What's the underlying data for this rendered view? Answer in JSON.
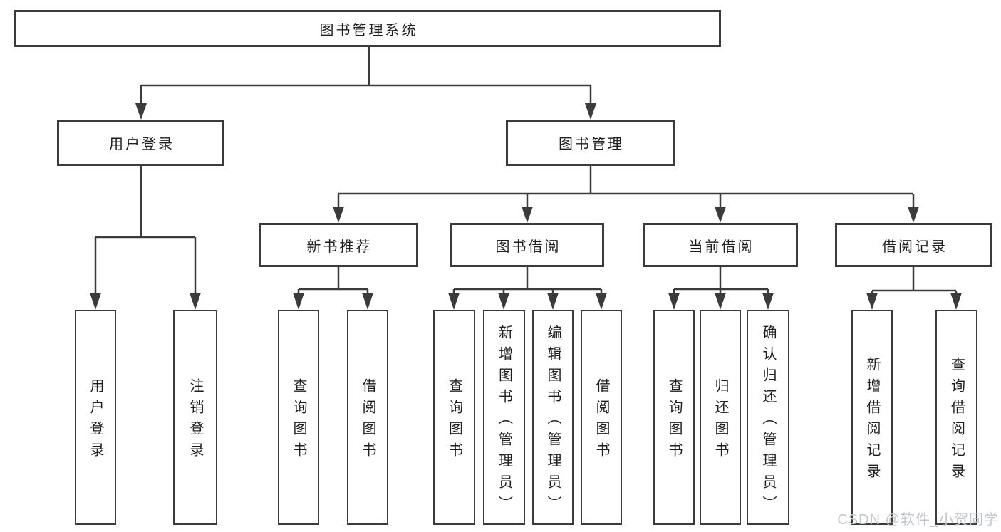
{
  "diagram": {
    "title": "图书管理系统",
    "level2": [
      {
        "label": "用户登录"
      },
      {
        "label": "图书管理"
      }
    ],
    "level3": [
      {
        "label": "新书推荐"
      },
      {
        "label": "图书借阅"
      },
      {
        "label": "当前借阅"
      },
      {
        "label": "借阅记录"
      }
    ],
    "leaves": {
      "user_login": [
        "用户登录",
        "注销登录"
      ],
      "new_book": [
        "查询图书",
        "借阅图书"
      ],
      "book_borrow": [
        "查询图书",
        "新增图书（管理员）",
        "编辑图书（管理员）",
        "借阅图书"
      ],
      "current_borrow": [
        "查询图书",
        "归还图书",
        "确认归还（管理员）"
      ],
      "borrow_records": [
        "新增借阅记录",
        "查询借阅记录"
      ]
    }
  },
  "watermark": "CSDN @软件_小贺同学",
  "colors": {
    "line": "#3b3b3b",
    "box_border": "#3b3b3b",
    "text": "#1f1f1f",
    "watermark": "#c3c7cb",
    "background": "#ffffff"
  }
}
